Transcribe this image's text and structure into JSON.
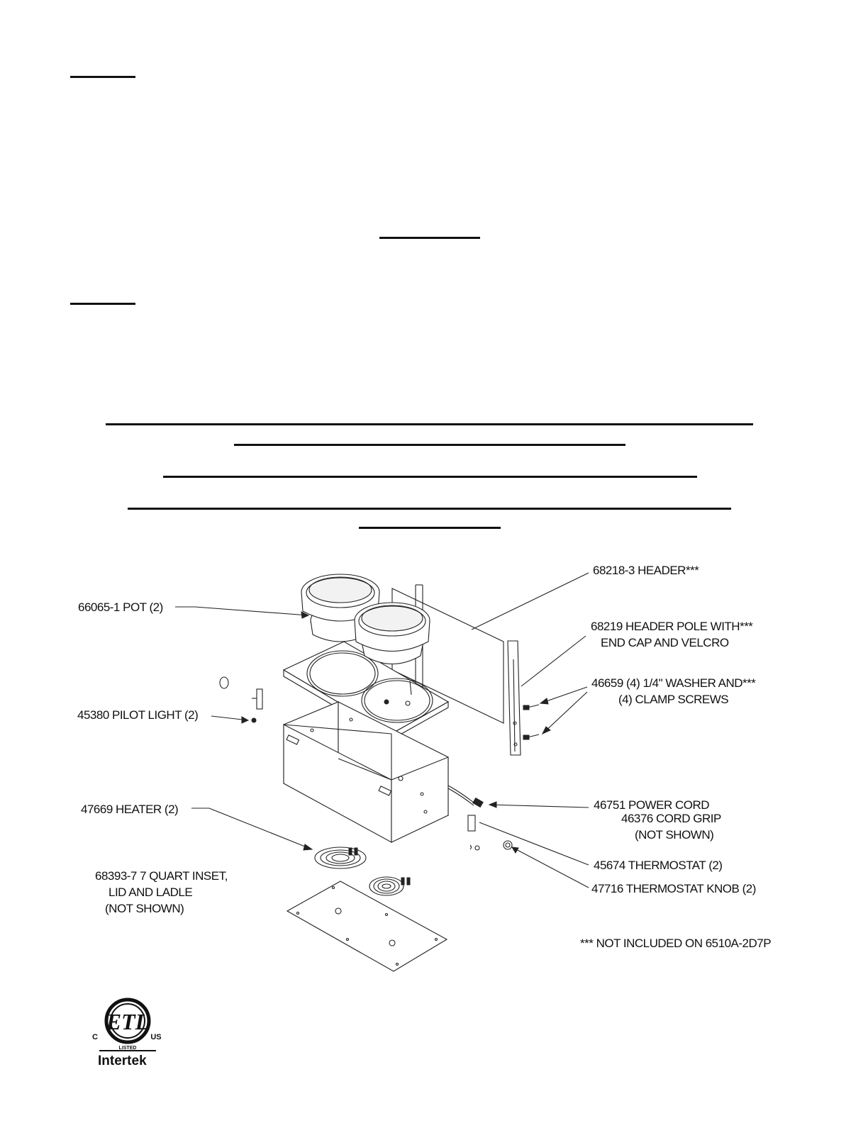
{
  "callouts": {
    "header": "68218-3 HEADER***",
    "header_pole": [
      "68219 HEADER POLE WITH***",
      "END CAP AND VELCRO"
    ],
    "pot": "66065-1 POT (2)",
    "washer": [
      "46659 (4) 1/4\" WASHER AND***",
      "(4) CLAMP SCREWS"
    ],
    "pilot_light": "45380 PILOT LIGHT (2)",
    "heater": "47669 HEATER (2)",
    "power_cord": "46751 POWER CORD",
    "cord_grip": [
      "46376 CORD GRIP",
      "(NOT SHOWN)"
    ],
    "thermostat": "45674 THERMOSTAT (2)",
    "thermostat_knob": "47716 THERMOSTAT KNOB (2)",
    "inset": [
      "68393-7 7 QUART INSET,",
      "LID AND LADLE",
      "(NOT SHOWN)"
    ],
    "footnote": "*** NOT INCLUDED ON 6510A-2D7P"
  },
  "certification": {
    "mark": "ETL",
    "left": "C",
    "right": "US",
    "listed": "LISTED",
    "company": "Intertek"
  },
  "colors": {
    "ink": "#111111",
    "paper": "#ffffff"
  }
}
